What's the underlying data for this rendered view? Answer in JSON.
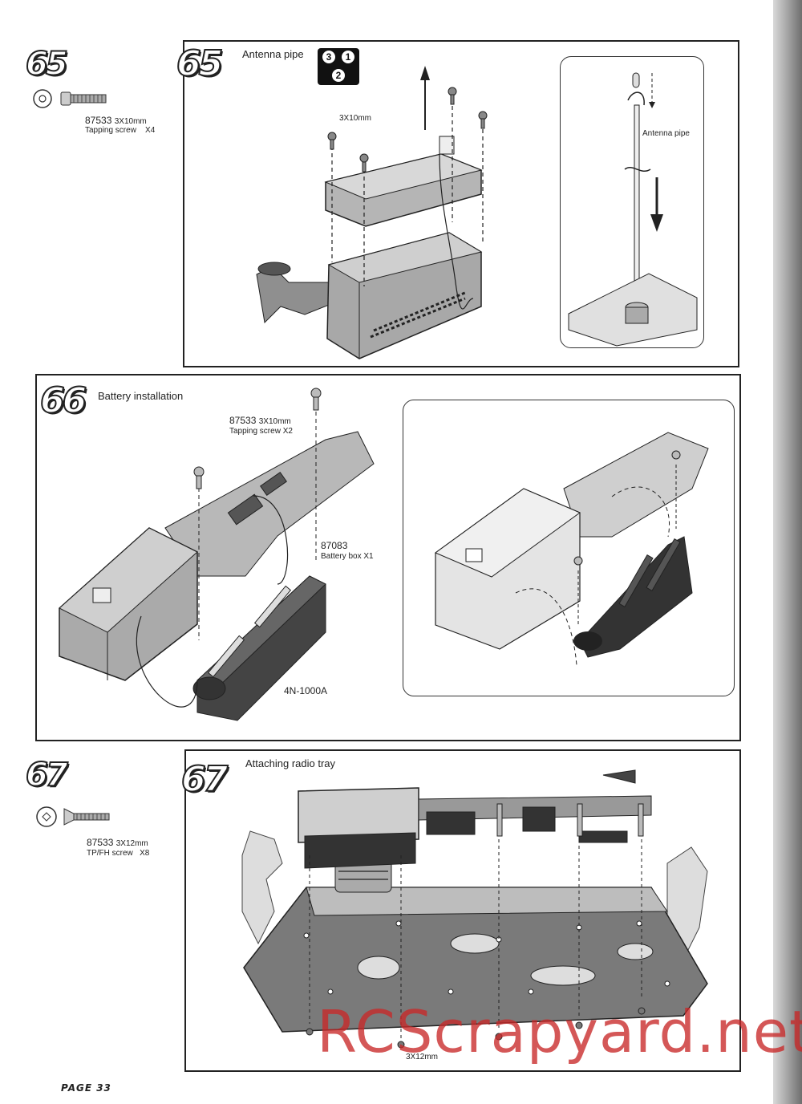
{
  "page": {
    "label": "PAGE 33"
  },
  "steps": [
    {
      "number": "65",
      "title": "Antenna pipe",
      "order_badge": [
        "3",
        "1",
        "2"
      ],
      "hardware": {
        "part_no": "87533",
        "size": "3X10mm",
        "desc": "Tapping screw",
        "qty": "X4"
      },
      "callouts": {
        "screw_size": "3X10mm",
        "inset_label": "Antenna pipe"
      }
    },
    {
      "number": "66",
      "title": "Battery installation",
      "hardware": {
        "part_no": "87533",
        "size": "3X10mm",
        "desc": "Tapping screw",
        "qty": "X2"
      },
      "callouts": {
        "battery_box_no": "87083",
        "battery_box_desc": "Battery box",
        "battery_box_qty": "X1",
        "battery_label": "4N-1000A"
      }
    },
    {
      "number": "67",
      "title": "Attaching radio tray",
      "hardware": {
        "part_no": "87533",
        "size": "3X12mm",
        "desc": "TP/FH  screw",
        "qty": "X8"
      },
      "callouts": {
        "screw_size": "3X12mm"
      }
    }
  ],
  "watermark": "RCScrapyard.net",
  "colors": {
    "line": "#222222",
    "part_fill": "#9a9a9a",
    "part_light": "#d2d2d2",
    "watermark": "#c82828"
  }
}
